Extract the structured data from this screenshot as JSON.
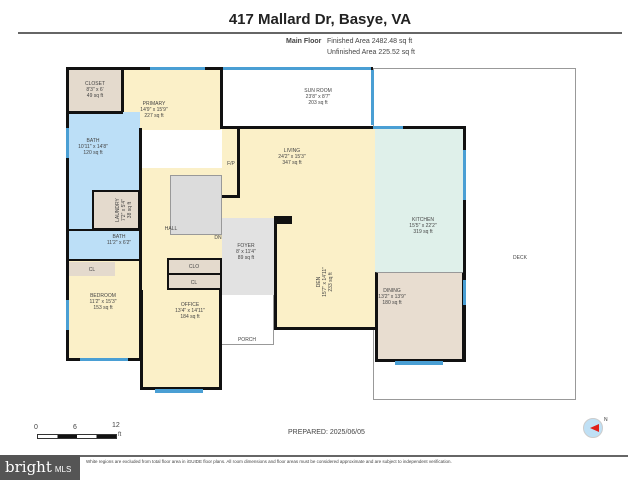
{
  "title": "417 Mallard Dr, Basye, VA",
  "floor": {
    "name": "Main Floor",
    "finished": "Finished Area 2482.48 sq ft",
    "unfinished": "Unfinished Area 225.52 sq ft"
  },
  "rooms": {
    "closet": {
      "name": "CLOSET",
      "dims": "8'3\" x 6'",
      "area": "49 sq ft"
    },
    "primary": {
      "name": "PRIMARY",
      "dims": "14'9\" x 15'9\"",
      "area": "227 sq ft"
    },
    "sunroom": {
      "name": "SUN ROOM",
      "dims": "23'8\" x 8'7\"",
      "area": "203 sq ft"
    },
    "bath1": {
      "name": "BATH",
      "dims": "10'11\" x 14'8\"",
      "area": "120 sq ft"
    },
    "laundry": {
      "name": "LAUNDRY",
      "dims": "7'2\" x 5'4\"",
      "area": "38 sq ft"
    },
    "bath2": {
      "name": "BATH",
      "dims": "11'2\" x 6'2\""
    },
    "fp": {
      "name": "F/P"
    },
    "living": {
      "name": "LIVING",
      "dims": "24'2\" x 15'3\"",
      "area": "347 sq ft"
    },
    "kitchen": {
      "name": "KITCHEN",
      "dims": "15'5\" x 22'2\"",
      "area": "319 sq ft"
    },
    "hall": {
      "name": "HALL"
    },
    "dn": {
      "name": "DN"
    },
    "foyer": {
      "name": "FOYER",
      "dims": "8' x 11'4\"",
      "area": "89 sq ft"
    },
    "den": {
      "name": "DEN",
      "dims": "15'7\" x 14'11\"",
      "area": "233 sq ft"
    },
    "cl1": {
      "name": "CL"
    },
    "clo": {
      "name": "CLO"
    },
    "cl2": {
      "name": "CL"
    },
    "bedroom": {
      "name": "BEDROOM",
      "dims": "11'2\" x 15'3\"",
      "area": "153 sq ft"
    },
    "office": {
      "name": "OFFICE",
      "dims": "13'4\" x 14'11\"",
      "area": "184 sq ft"
    },
    "porch": {
      "name": "PORCH"
    },
    "dining": {
      "name": "DINING",
      "dims": "13'2\" x 13'9\"",
      "area": "180 sq ft"
    },
    "deck": {
      "name": "DECK"
    }
  },
  "scale": {
    "t0": "0",
    "t1": "6",
    "t2": "12",
    "unit": "ft"
  },
  "prepared": "PREPARED: 2025/06/05",
  "compass_label": "N",
  "disclaimer": "White regions are excluded from total floor area in iGUIDE floor plans. All room dimensions and floor areas must be considered approximate and are subject to independent verification.",
  "watermark": {
    "brand": "bright",
    "suffix": "MLS"
  },
  "colors": {
    "bedroom": "#fbf0c8",
    "bath": "#bcdff7",
    "utility": "#e4dacd",
    "kitchen": "#dff0ea",
    "foyer": "#e2e2e2",
    "window": "#4a9fd4"
  }
}
